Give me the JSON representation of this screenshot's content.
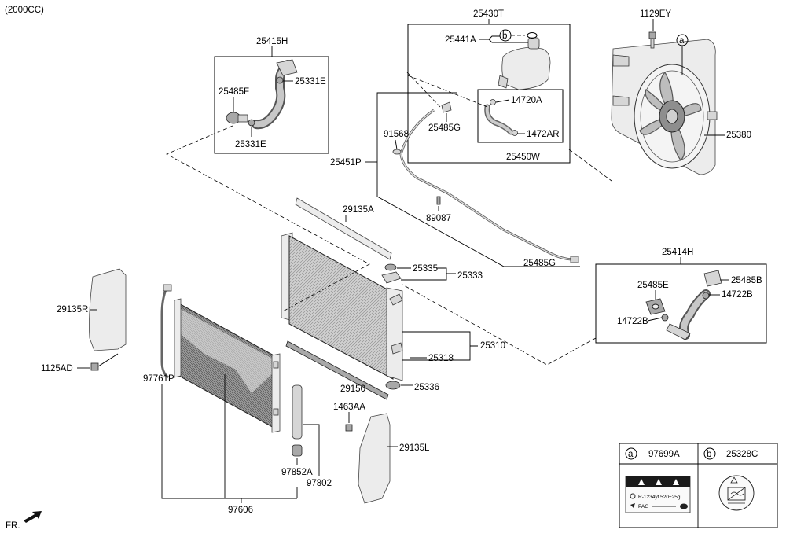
{
  "header": {
    "engine": "(2000CC)"
  },
  "footer": {
    "direction": "FR."
  },
  "labels": {
    "p25430T": "25430T",
    "p25441A": "25441A",
    "p14720A": "14720A",
    "p25485G_top": "25485G",
    "p1472AR": "1472AR",
    "p25450W": "25450W",
    "p1129EY": "1129EY",
    "p25380": "25380",
    "p25415H": "25415H",
    "p25485F": "25485F",
    "p25331E_a": "25331E",
    "p25331E_b": "25331E",
    "p91568": "91568",
    "p25451P": "25451P",
    "p89087": "89087",
    "p29135A": "29135A",
    "p25485G_bot": "25485G",
    "p25335": "25335",
    "p25333": "25333",
    "p29135R": "29135R",
    "p1125AD": "1125AD",
    "p97761P": "97761P",
    "p25414H": "25414H",
    "p25485E": "25485E",
    "p25485B": "25485B",
    "p14722B_a": "14722B",
    "p14722B_b": "14722B",
    "p25310": "25310",
    "p25318": "25318",
    "p29150": "29150",
    "p25336": "25336",
    "p1463AA": "1463AA",
    "p29135L": "29135L",
    "p97852A": "97852A",
    "p97802": "97802",
    "p97606": "97606"
  },
  "callouts": {
    "a": "a",
    "b": "b"
  },
  "legend": {
    "a_letter": "a",
    "a_code": "97699A",
    "b_letter": "b",
    "b_code": "25328C",
    "label_a_line1": "R-1234yf  520±25g",
    "label_a_line2": "PAG"
  }
}
